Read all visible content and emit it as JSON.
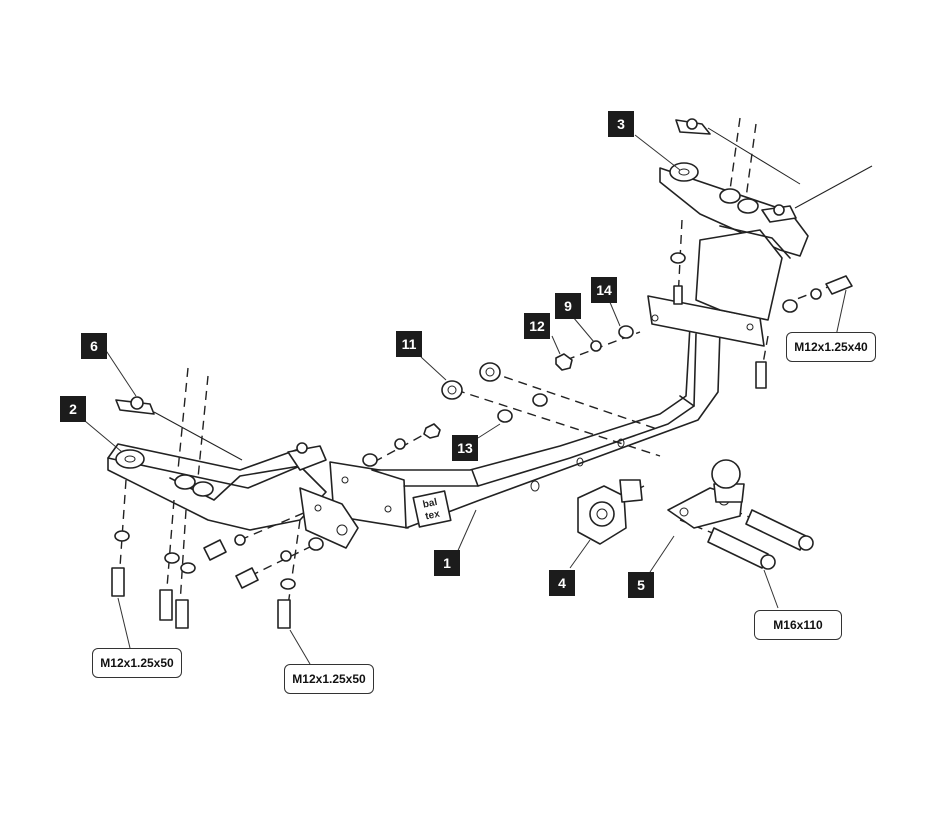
{
  "part_labels": {
    "p1": "1",
    "p2": "2",
    "p3": "3",
    "p4": "4",
    "p5": "5",
    "p6": "6",
    "p9": "9",
    "p11": "11",
    "p12": "12",
    "p13": "13",
    "p14": "14"
  },
  "specs": {
    "bolt_right": "M12x1.25x40",
    "bolt_ball": "M16x110",
    "bolt_left_a": "M12x1.25x50",
    "bolt_left_b": "M12x1.25x50"
  },
  "brand_logo": {
    "line1": "bal",
    "line2": "tex"
  }
}
